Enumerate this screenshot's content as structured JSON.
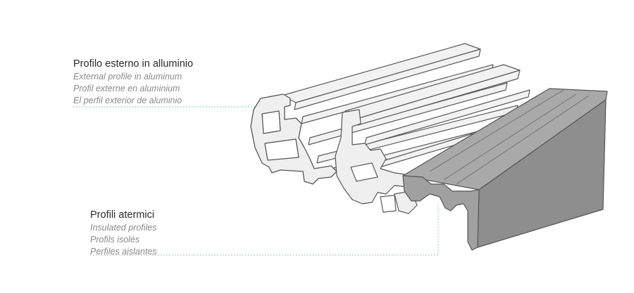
{
  "callouts": [
    {
      "title": "Profilo esterno in alluminio",
      "translations": [
        "External profile in aluminum",
        "Profil externe en aluminium",
        "El perfil exterior de aluminio"
      ]
    },
    {
      "title": "Profili atermici",
      "translations": [
        "Insulated profiles",
        "Profils isolés",
        "Perfiles aislantes"
      ]
    }
  ],
  "colors": {
    "aluminum_fill": "#f1f1f1",
    "aluminum_stroke": "#5a5a5a",
    "insulation_top": "#a9a9a9",
    "insulation_face": "#8e8e8e",
    "leader": "#6fb3c8"
  }
}
